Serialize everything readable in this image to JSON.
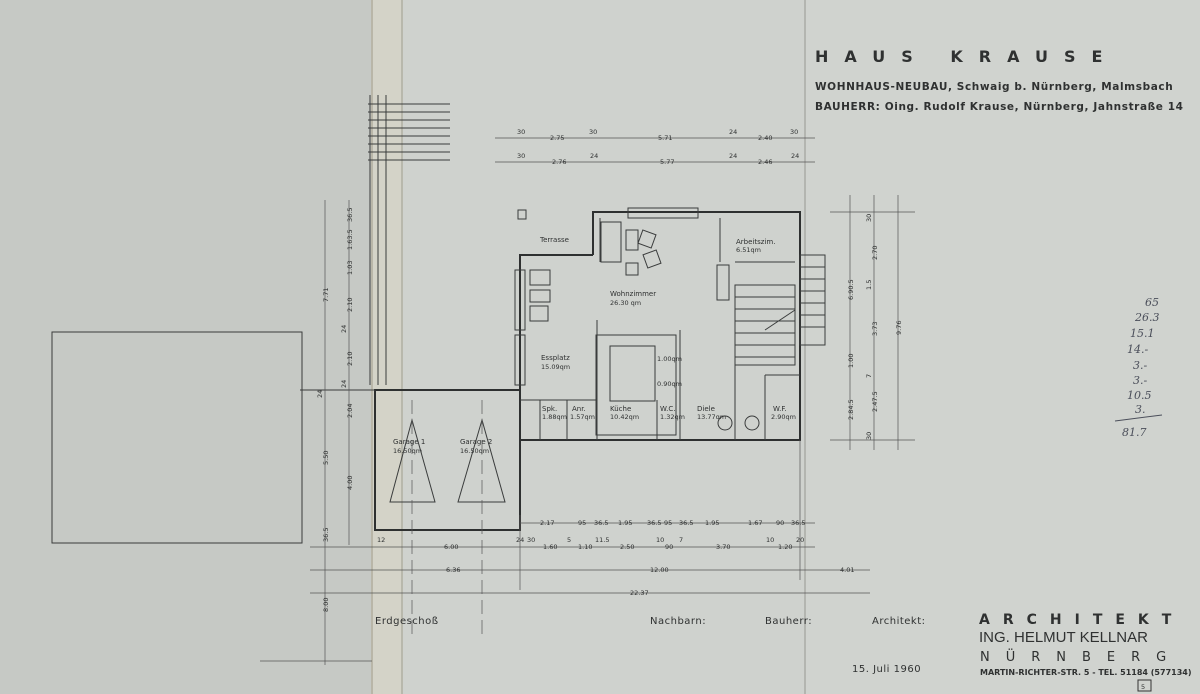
{
  "header": {
    "title": "HAUS KRAUSE",
    "project": "WOHNHAUS-NEUBAU, Schwaig b. Nürnberg, Malmsbach",
    "client": "BAUHERR: Oing. Rudolf Krause, Nürnberg, Jahnstraße 14"
  },
  "rooms": {
    "terrasse": "Terrasse",
    "arbeitszimmer": "Arbeitszim.",
    "arbeitszimmer_area": "6.51qm",
    "wohnzimmer": "Wohnzimmer",
    "wohnzimmer_area": "26.30 qm",
    "essplatz": "Essplatz",
    "essplatz_area": "15.09qm",
    "spk": "Spk.",
    "spk_area": "1.88qm",
    "anr": "Anr.",
    "anr_area": "1.57qm",
    "kueche": "Küche",
    "kueche_area": "10.42qm",
    "wc": "W.C.",
    "wc_area": "1.32qm",
    "small1_area": "1.00qm",
    "small2_area": "0.90qm",
    "diele": "Diele",
    "diele_area": "13.77qm",
    "wf": "W.F.",
    "wf_area": "2.90qm",
    "garage1": "Garage 1",
    "garage1_area": "16.50qm",
    "garage2": "Garage 2",
    "garage2_area": "16.50qm"
  },
  "dims": {
    "top1": [
      "30",
      "2.75",
      "30",
      "5.71",
      "24",
      "2.40",
      "30"
    ],
    "top2": [
      "30",
      "2.76",
      "24",
      "5.77",
      "24",
      "2.46",
      "24"
    ],
    "left_outer": [
      "7.71",
      "5.50",
      "8.00"
    ],
    "left_inner": [
      "36.5",
      "1.63.5",
      "1.03",
      "2.10",
      "24",
      "2.10",
      "24",
      "2.04",
      "4.00",
      "24",
      "36.5"
    ],
    "right_a": [
      "6.90.5",
      "1.00",
      "2.84.5"
    ],
    "right_b": [
      "30",
      "2.70",
      "1.5",
      "3.73",
      "7",
      "2.47.5",
      "30"
    ],
    "right_c": [
      "9.76"
    ],
    "bottom1": [
      "2.17",
      "95",
      "36.5",
      "1.95",
      "36.5",
      "95",
      "36.5",
      "1.95",
      "1.67",
      "90",
      "36.5"
    ],
    "bottom2": [
      "12",
      "6.00",
      "24",
      "30",
      "1.60",
      "5",
      "1.10",
      "11.5",
      "2.50",
      "10",
      "90",
      "7",
      "3.70",
      "10",
      "1.20",
      "20"
    ],
    "bottom3": [
      "6.36",
      "12.00",
      "4.01"
    ],
    "bottom4": [
      "22.37"
    ]
  },
  "footer": {
    "floor": "Erdgeschoß",
    "neighbors": "Nachbarn:",
    "owner": "Bauherr:",
    "architect_label": "Architekt:",
    "date": "15. Juli 1960",
    "arch_title": "ARCHITEKT",
    "arch_name": "ING. HELMUT KELLNAR",
    "arch_city": "NÜRNBERG",
    "arch_address": "MARTIN-RICHTER-STR. 5 - TEL. 51184 (577134)",
    "sheet_number": "5"
  },
  "handwritten": [
    "65",
    "26.3",
    "15.1",
    "14.-",
    "3.-",
    "3.-",
    "10.5",
    "3.",
    "81.7"
  ]
}
